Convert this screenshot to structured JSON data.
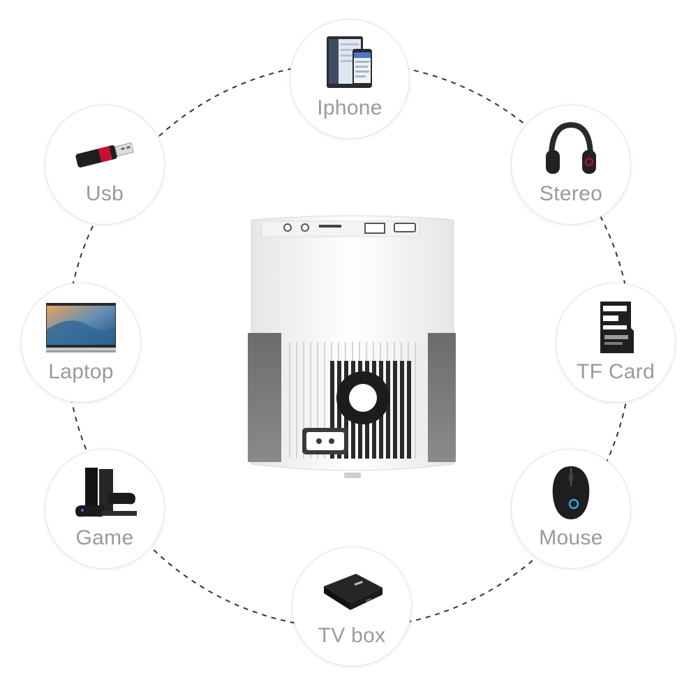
{
  "nodes": {
    "iphone": {
      "label": "Iphone",
      "icon": "tablet-phone-icon"
    },
    "usb": {
      "label": "Usb",
      "icon": "usb-drive-icon"
    },
    "stereo": {
      "label": "Stereo",
      "icon": "headphones-icon"
    },
    "laptop": {
      "label": "Laptop",
      "icon": "laptop-icon"
    },
    "tf": {
      "label": "TF Card",
      "icon": "microsd-card-icon"
    },
    "game": {
      "label": "Game",
      "icon": "game-console-icon"
    },
    "mouse": {
      "label": "Mouse",
      "icon": "mouse-icon"
    },
    "tvbox": {
      "label": "TV box",
      "icon": "tv-box-icon"
    }
  },
  "center": {
    "icon": "projector-icon"
  },
  "colors": {
    "label": "#9a9a9a",
    "ring": "#333333",
    "node_border": "#e4e4e4"
  }
}
